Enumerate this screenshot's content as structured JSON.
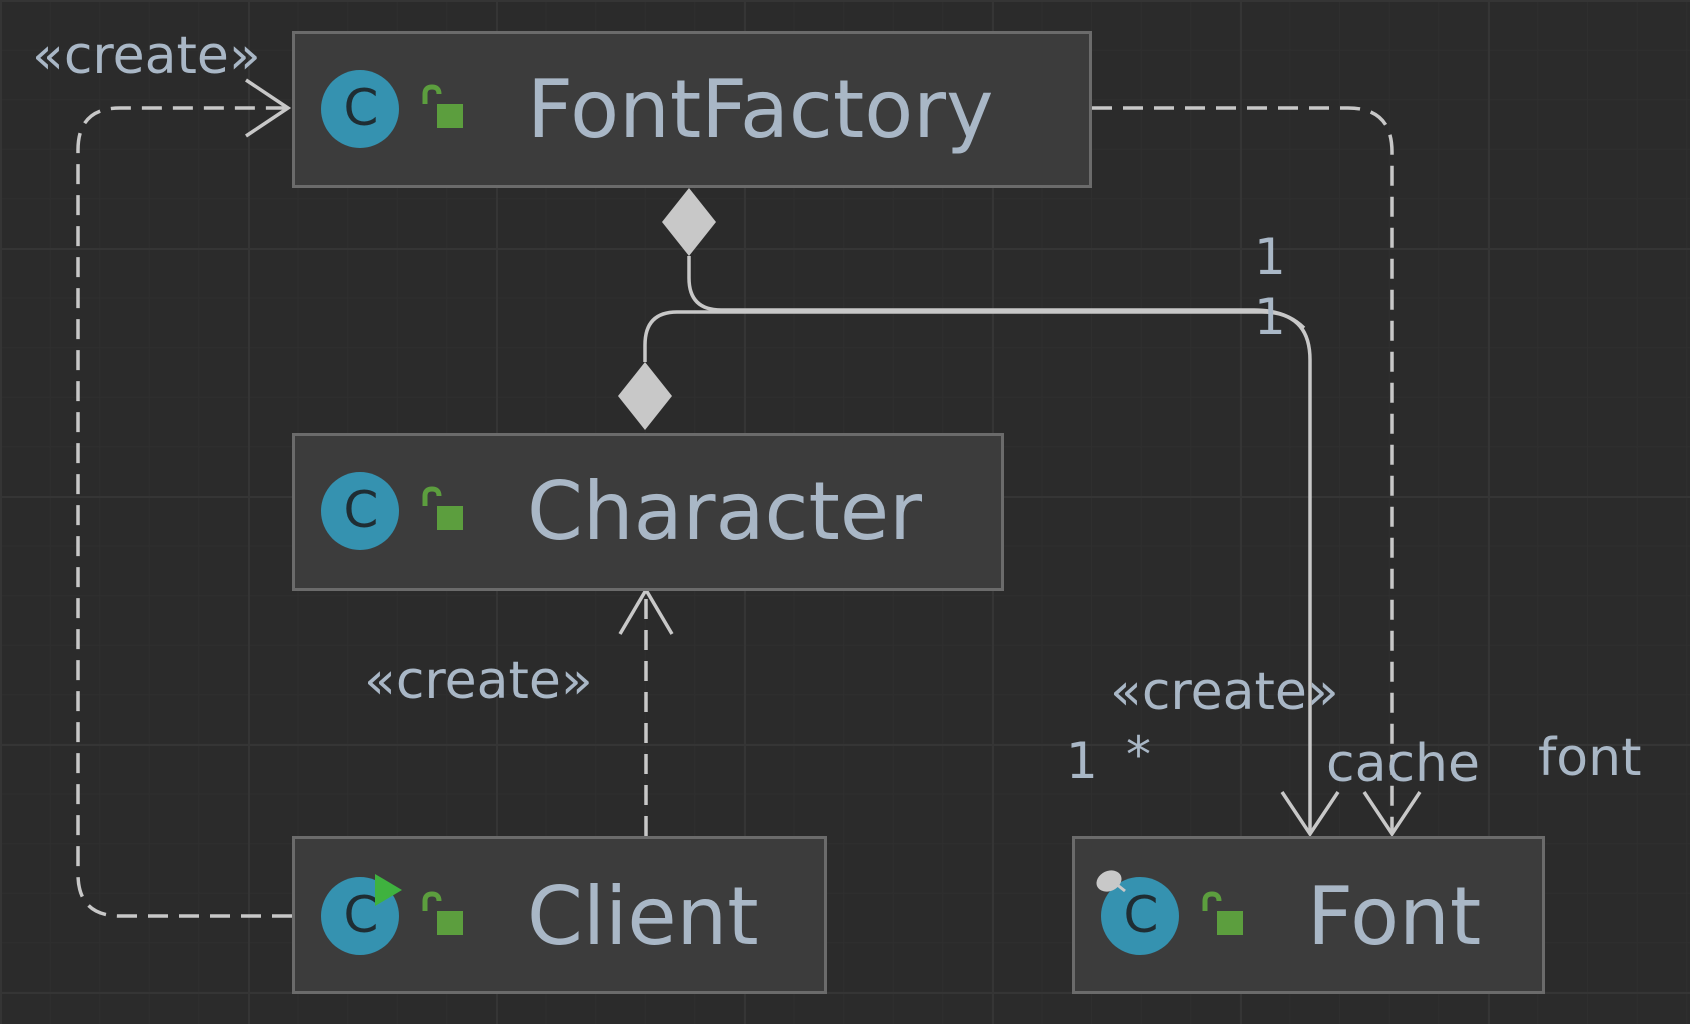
{
  "diagram": {
    "nodes": {
      "font_factory": {
        "name": "FontFactory",
        "kind_glyph": "C"
      },
      "character": {
        "name": "Character",
        "kind_glyph": "C"
      },
      "client": {
        "name": "Client",
        "kind_glyph": "C"
      },
      "font": {
        "name": "Font",
        "kind_glyph": "C"
      }
    },
    "edge_labels": {
      "client_creates_factory": "«create»",
      "client_creates_character": "«create»",
      "factory_creates_font": "«create»",
      "character_font_source_multiplicity": "1",
      "factory_font_source_multiplicity": "1",
      "character_font_target_multiplicity": "1",
      "factory_font_target_multiplicity": "*",
      "factory_font_role": "cache",
      "character_font_role": "font"
    },
    "colors": {
      "background": "#2b2b2b",
      "node_fill": "#3c3c3c",
      "node_border": "#6b6b6b",
      "class_badge": "#3592b0",
      "lock_icon": "#5c9e3e",
      "run_marker": "#3fb23f",
      "text": "#a9b7c6",
      "edge": "#c8c8c8"
    },
    "icons": {
      "class_badge": "class-c-icon",
      "visibility": "public-lock-icon",
      "runnable": "run-triangle-icon",
      "serializable": "serializable-icon"
    }
  }
}
